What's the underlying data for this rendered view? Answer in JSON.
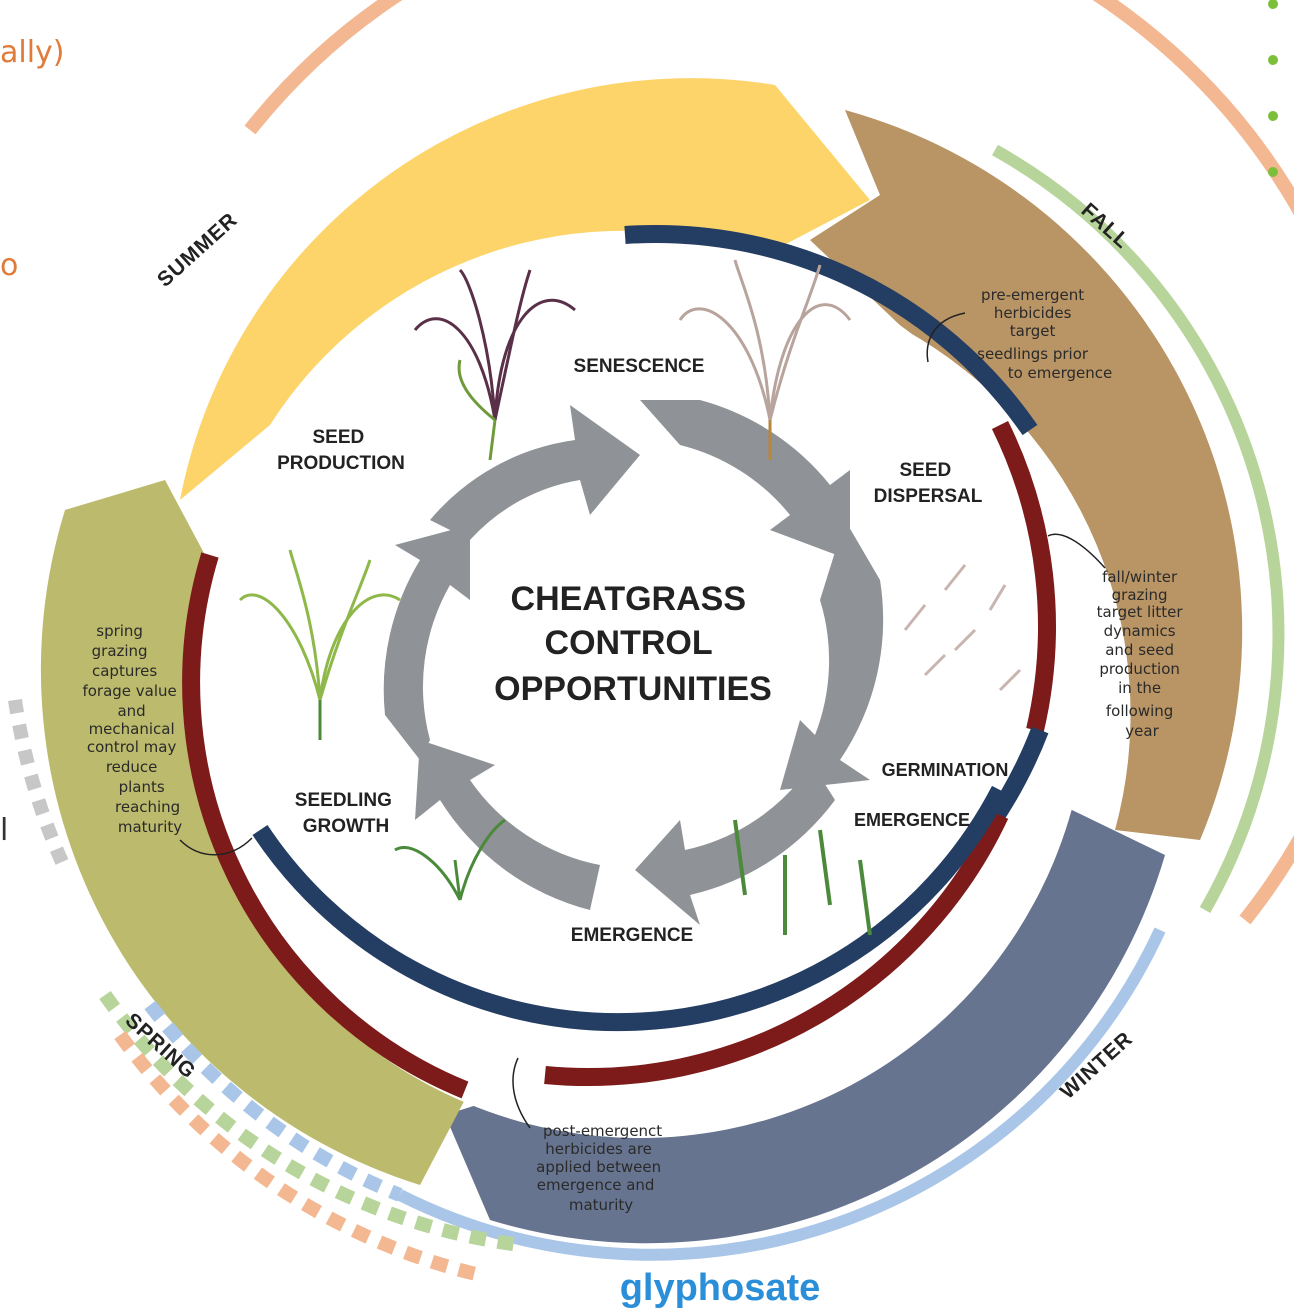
{
  "title_lines": [
    "CHEATGRASS",
    "CONTROL",
    "OPPORTUNITIES"
  ],
  "stages": {
    "senescence": "SENESCENCE",
    "seed_production": [
      "SEED",
      "PRODUCTION"
    ],
    "seed_dispersal": [
      "SEED",
      "DISPERSAL"
    ],
    "germination": "GERMINATION",
    "emergence_right": "EMERGENCE",
    "emergence_bottom": "EMERGENCE",
    "seedling_growth": [
      "SEEDLING",
      "GROWTH"
    ]
  },
  "seasons": {
    "summer": "SUMMER",
    "fall": "FALL",
    "winter": "WINTER",
    "spring": "SPRING"
  },
  "notes": {
    "pre_emergent": [
      "pre-emergent",
      "herbicides",
      "target",
      "seedlings prior",
      "to emergence"
    ],
    "fall_winter": [
      "fall/winter",
      "grazing",
      "target litter",
      "dynamics",
      "and seed",
      "production",
      "in the",
      "following",
      "year"
    ],
    "spring_grazing": [
      "spring",
      "grazing",
      "captures",
      "forage value",
      "and",
      "mechanical",
      "control may",
      "reduce",
      "plants",
      "reaching",
      "maturity"
    ],
    "post_emergent": [
      "post-emergenct",
      "herbicides are",
      "applied between",
      "emergence and",
      "maturity"
    ]
  },
  "edge_text": {
    "top_left": "ally)",
    "mid_left": "o",
    "lower_left": "l"
  },
  "bottom_label": "glyphosate",
  "colors": {
    "summer": "#fcd46a",
    "fall": "#b99465",
    "winter": "#67748f",
    "spring": "#bcba6c",
    "navy": "#243d62",
    "maroon": "#7d1a1a",
    "gray_arrow": "#8f9296",
    "orange_arc": "#f3b891",
    "green_arc": "#b7d59a",
    "blue_arc": "#a9c6e8",
    "bullet_green": "#7cbf3a"
  }
}
